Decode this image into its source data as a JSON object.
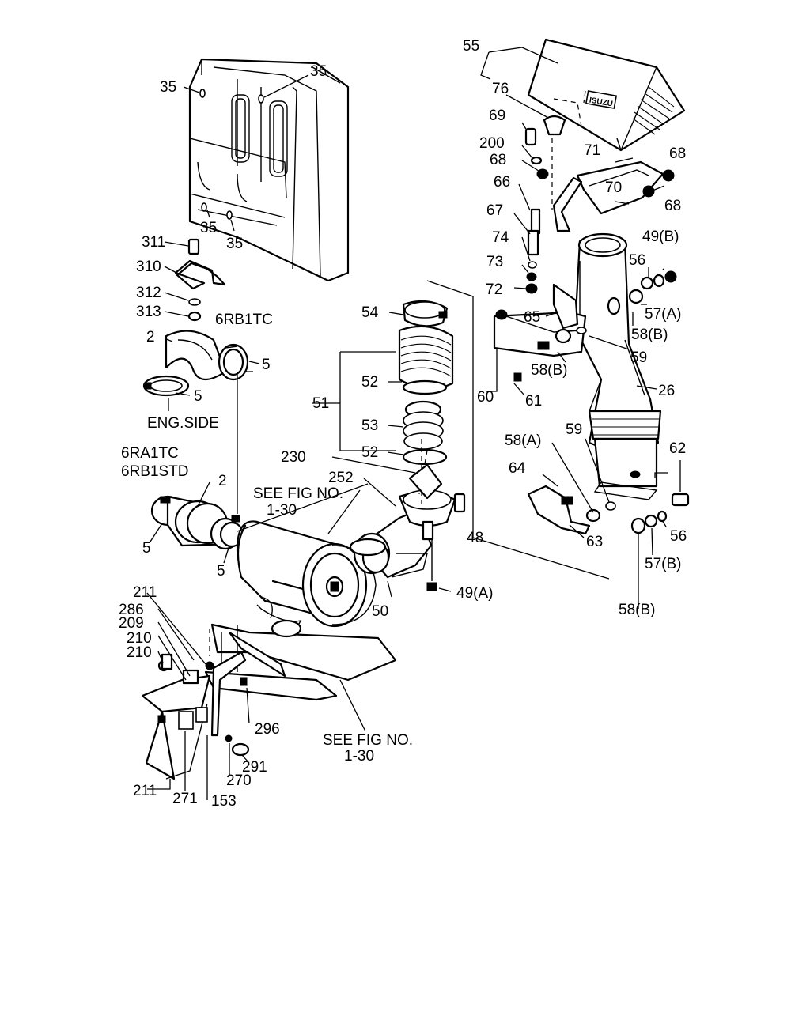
{
  "labels": {
    "l55": "55",
    "l76": "76",
    "l69": "69",
    "l200": "200",
    "l68a": "68",
    "l71": "71",
    "l68b": "68",
    "l70": "70",
    "l68c": "68",
    "l66": "66",
    "l67": "67",
    "l74": "74",
    "l73": "73",
    "l72": "72",
    "l49b": "49(B)",
    "l56a": "56",
    "l57a": "57(A)",
    "l58b1": "58(B)",
    "l65": "65",
    "l59a": "59",
    "l58b2": "58(B)",
    "l60": "60",
    "l61": "61",
    "l26": "26",
    "l58a": "58(A)",
    "l59b": "59",
    "l62": "62",
    "l64": "64",
    "l63": "63",
    "l56b": "56",
    "l57b": "57(B)",
    "l58b3": "58(B)",
    "l35a": "35",
    "l35b": "35",
    "l35c": "35",
    "l35d": "35",
    "l311": "311",
    "l310": "310",
    "l312": "312",
    "l313": "313",
    "l6rb1tc": "6RB1TC",
    "l2a": "2",
    "l5a": "5",
    "l5b": "5",
    "lengside": "ENG.SIDE",
    "l54": "54",
    "l52a": "52",
    "l51": "51",
    "l53": "53",
    "l52b": "52",
    "l230": "230",
    "l252": "252",
    "l6ra1tc": "6RA1TC",
    "l6rb1std": "6RB1STD",
    "l2b": "2",
    "lseefig1a": "SEE FIG NO.",
    "lseefig1b": "1-30",
    "l5c": "5",
    "l5d": "5",
    "l48": "48",
    "l50": "50",
    "l49a": "49(A)",
    "l211a": "211",
    "l286": "286",
    "l209": "209",
    "l210a": "210",
    "l210b": "210",
    "l296": "296",
    "lseefig2a": "SEE FIG NO.",
    "lseefig2b": "1-30",
    "l291": "291",
    "l270": "270",
    "l211b": "211",
    "l271": "271",
    "l153": "153",
    "brand": "ISUZU"
  }
}
